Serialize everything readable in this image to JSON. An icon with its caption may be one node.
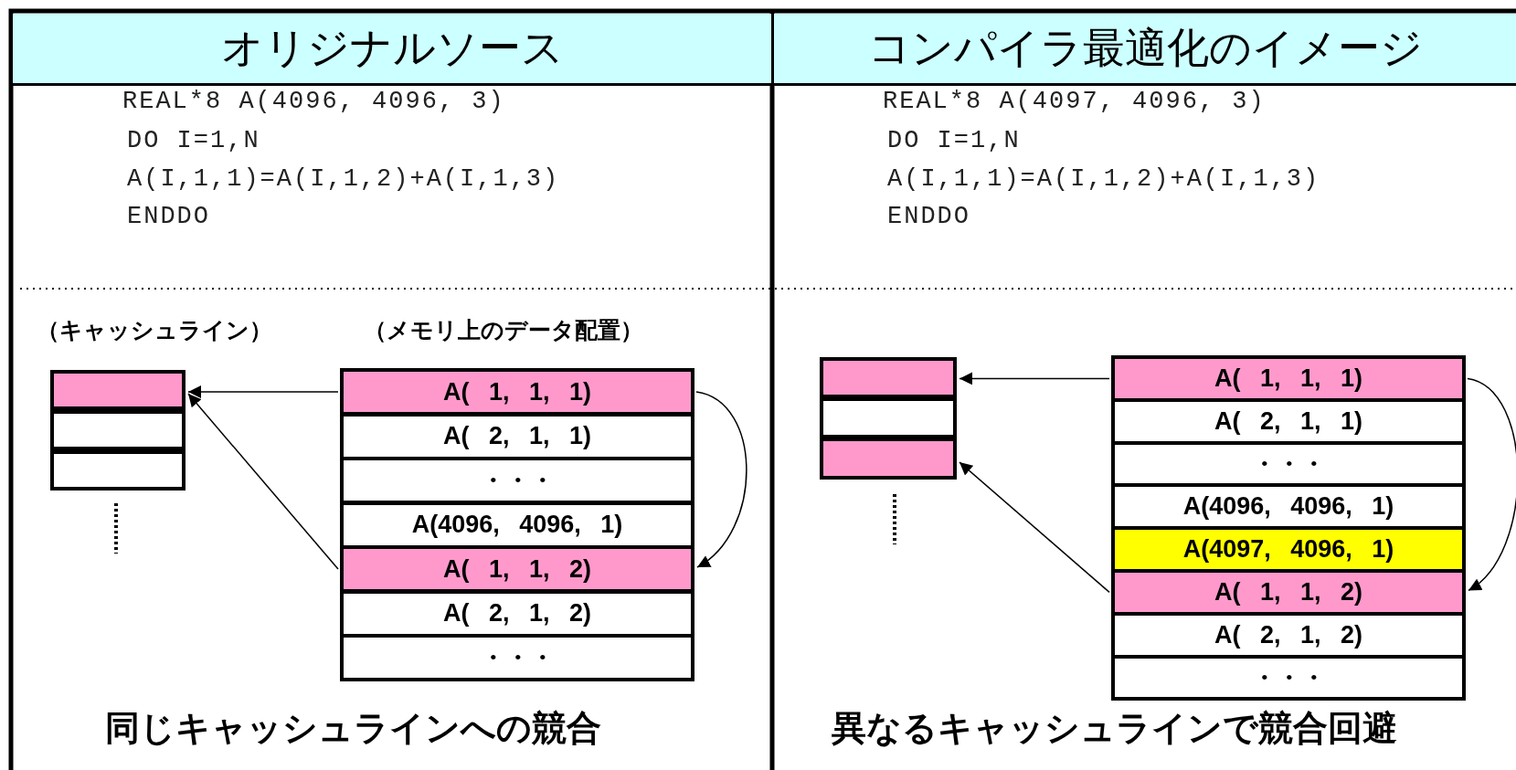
{
  "diagram": {
    "nodes": [
      {
        "text": [
          "オリジナルソース"
        ]
      },
      {
        "text": [
          "コンパイラ最適化のイメージ"
        ]
      },
      {
        "text": [],
        "shape": "box"
      },
      {
        "text": [],
        "shape": "box"
      },
      {
        "text": [],
        "shape": "box"
      },
      {
        "text": [
          "A( 1, 1, 1)"
        ]
      },
      {
        "text": [
          "A( 2, 1, 1)"
        ]
      },
      {
        "text": [
          "・・・"
        ]
      },
      {
        "text": [
          "A(4096, 4096, 1)"
        ]
      },
      {
        "text": [
          "A( 1, 1, 2)"
        ]
      },
      {
        "text": [
          "A( 2, 1, 2)"
        ]
      },
      {
        "text": [
          "・・・"
        ]
      },
      {
        "text": [],
        "shape": "box"
      },
      {
        "text": [],
        "shape": "box"
      },
      {
        "text": [],
        "shape": "box"
      },
      {
        "text": [
          "A( 1, 1, 1)"
        ]
      },
      {
        "text": [
          "A( 2, 1, 1)"
        ]
      },
      {
        "text": [
          "・・・"
        ]
      },
      {
        "text": [
          "A(4096, 4096, 1)"
        ]
      },
      {
        "text": [
          "A(4097, 4096, 1)"
        ]
      },
      {
        "text": [
          "A( 1, 1, 2)"
        ]
      },
      {
        "text": [
          "A( 2, 1, 2)"
        ]
      },
      {
        "text": [
          "・・・"
        ]
      }
    ],
    "edges": [
      {
        "from": 5,
        "to": 2,
        "arrow": "to"
      },
      {
        "from": 9,
        "to": 2,
        "arrow": "to"
      },
      {
        "from": 5,
        "to": 9,
        "arrow": "to"
      },
      {
        "from": 15,
        "to": 12,
        "arrow": "to"
      },
      {
        "from": 20,
        "to": 14,
        "arrow": "to"
      },
      {
        "from": 15,
        "to": 20,
        "arrow": "to"
      }
    ],
    "labels": [
      "REAL*8 A(4096, 4096, 3)",
      "DO I=1,N",
      "A(I,1,1)=A(I,1,2)+A(I,1,3)",
      "ENDDO",
      "REAL*8 A(4097, 4096, 3)",
      "DO I=1,N",
      "A(I,1,1)=A(I,1,2)+A(I,1,3)",
      "ENDDO",
      "（キャッシュライン）",
      "（メモリ上のデータ配置）",
      "同じキャッシュラインへの競合",
      "異なるキャッシュラインで競合回避"
    ]
  }
}
